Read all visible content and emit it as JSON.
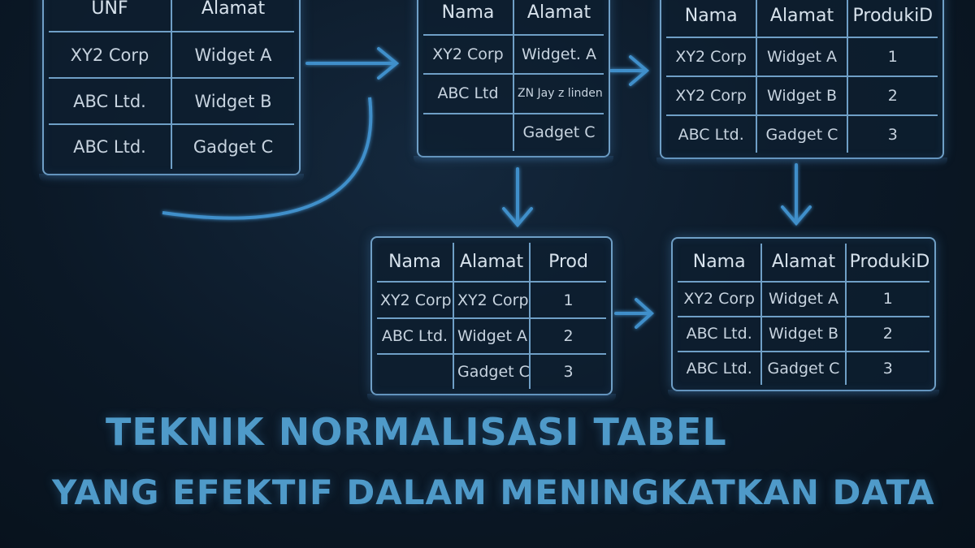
{
  "tables": [
    {
      "id": "t1",
      "headers": [
        "UNF",
        "Alamat"
      ],
      "rows": [
        [
          "XY2 Corp",
          "Widget A"
        ],
        [
          "ABC Ltd.",
          "Widget B"
        ],
        [
          "ABC Ltd.",
          "Gadget C"
        ]
      ]
    },
    {
      "id": "t2",
      "headers": [
        "Nama",
        "Alamat"
      ],
      "rows": [
        [
          "XY2 Corp",
          "Widget. A"
        ],
        [
          "ABC Ltd",
          "ZN Jay z linden"
        ],
        [
          "",
          "Gadget C"
        ]
      ]
    },
    {
      "id": "t3",
      "headers": [
        "Nama",
        "Alamat",
        "ProdukiD"
      ],
      "rows": [
        [
          "XY2 Corp",
          "Widget A",
          "1"
        ],
        [
          "XY2 Corp",
          "Widget B",
          "2"
        ],
        [
          "ABC Ltd.",
          "Gadget C",
          "3"
        ]
      ]
    },
    {
      "id": "t4",
      "headers": [
        "Nama",
        "Alamat",
        "Prod"
      ],
      "rows": [
        [
          "XY2 Corp",
          "XY2 Corp",
          "1"
        ],
        [
          "ABC Ltd.",
          "Widget A",
          "2"
        ],
        [
          "",
          "Gadget C",
          "3"
        ]
      ]
    },
    {
      "id": "t5",
      "headers": [
        "Nama",
        "Alamat",
        "ProdukiD"
      ],
      "rows": [
        [
          "XY2 Corp",
          "Widget A",
          "1"
        ],
        [
          "ABC Ltd.",
          "Widget B",
          "2"
        ],
        [
          "ABC Ltd.",
          "Gadget C",
          "3"
        ]
      ]
    }
  ],
  "title": {
    "line1": "TEKNIK NORMALISASI TABEL",
    "line2": "YANG EFEKTIF DALAM MENINGKATKAN DATA"
  },
  "colors": {
    "background": "#0b1826",
    "table_border": "#6f9fc6",
    "arrow": "#3f8fca",
    "title": "#4f9ac9"
  }
}
